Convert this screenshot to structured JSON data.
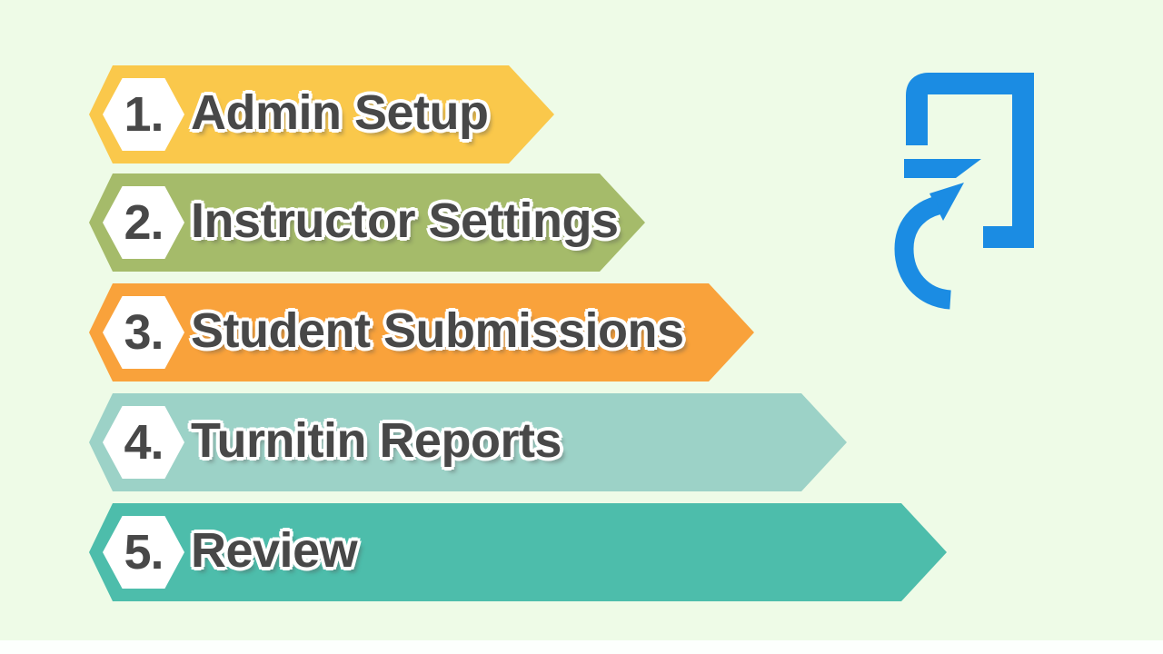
{
  "canvas": {
    "background_color": "#eefbe7",
    "bottom_strip_color": "#fdfffd",
    "text_color": "#484848",
    "badge_color": "#ffffff"
  },
  "logo": {
    "name": "turnitin-logo",
    "color": "#1b8ce3"
  },
  "steps": [
    {
      "number": "1.",
      "label": "Admin Setup",
      "color": "#fac84b"
    },
    {
      "number": "2.",
      "label": "Instructor Settings",
      "color": "#a5bb6a"
    },
    {
      "number": "3.",
      "label": "Student Submissions",
      "color": "#f9a23b"
    },
    {
      "number": "4.",
      "label": "Turnitin Reports",
      "color": "#9cd2c7"
    },
    {
      "number": "5.",
      "label": "Review",
      "color": "#4dbdab"
    }
  ]
}
